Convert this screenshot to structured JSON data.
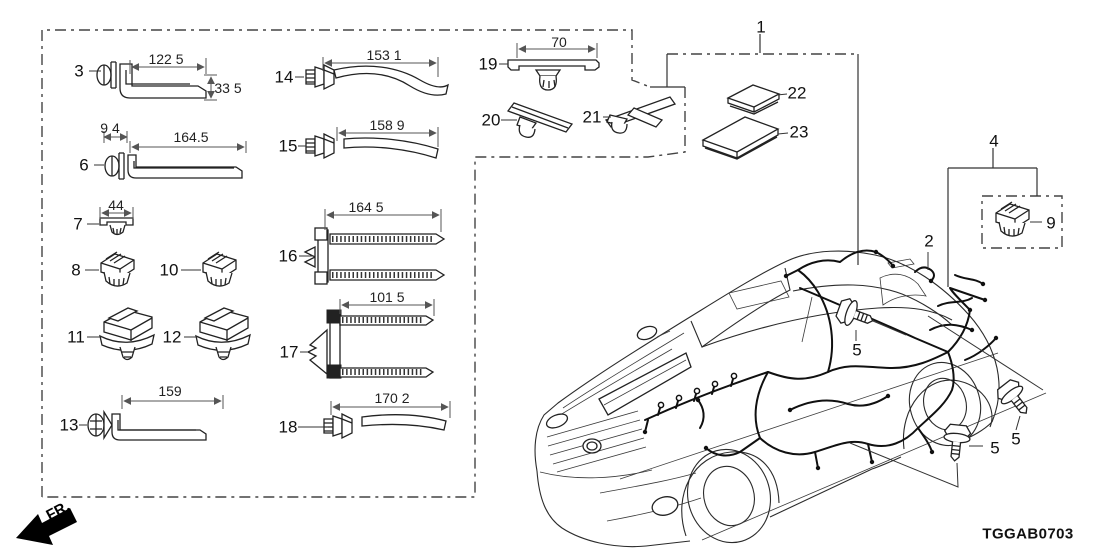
{
  "figure": {
    "id_code": "TGGAB0703",
    "front_marker": "FR."
  },
  "callouts": {
    "n1": "1",
    "n2": "2",
    "n3": "3",
    "n4": "4",
    "n5": "5",
    "n6": "6",
    "n7": "7",
    "n8": "8",
    "n9": "9",
    "n10": "10",
    "n11": "11",
    "n12": "12",
    "n13": "13",
    "n14": "14",
    "n15": "15",
    "n16": "16",
    "n17": "17",
    "n18": "18",
    "n19": "19",
    "n20": "20",
    "n21": "21",
    "n22": "22",
    "n23": "23"
  },
  "dims": {
    "part3_width": "122 5",
    "part3_height": "33 5",
    "part6_offset": "9 4",
    "part6_length": "164.5",
    "part7_width": "44",
    "part13_length": "159",
    "part14_length": "153 1",
    "part15_length": "158 9",
    "part16_length": "164 5",
    "part17_length": "101 5",
    "part18_length": "170 2",
    "part19_width": "70"
  }
}
